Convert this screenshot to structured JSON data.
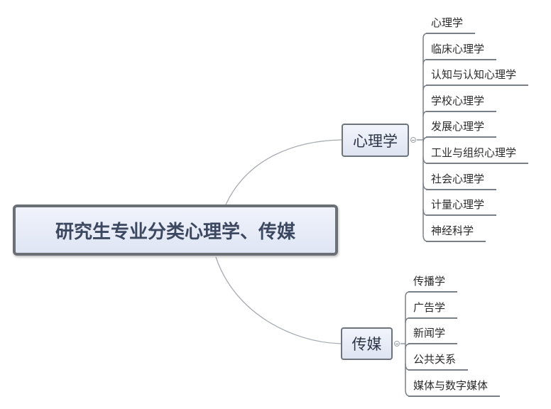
{
  "root": {
    "label": "研究生专业分类心理学、传媒"
  },
  "branches": [
    {
      "label": "心理学",
      "children": [
        "心理学",
        "临床心理学",
        "认知与认知心理学",
        "学校心理学",
        "发展心理学",
        "工业与组织心理学",
        "社会心理学",
        "计量心理学",
        "神经科学"
      ]
    },
    {
      "label": "传媒",
      "children": [
        "传播学",
        "广告学",
        "新闻学",
        "公共关系",
        "媒体与数字媒体"
      ]
    }
  ],
  "colors": {
    "root_border": "#6b7077",
    "node_fill": "#e4e9f6",
    "line": "#7a7f87",
    "text": "#2a2a2a"
  }
}
